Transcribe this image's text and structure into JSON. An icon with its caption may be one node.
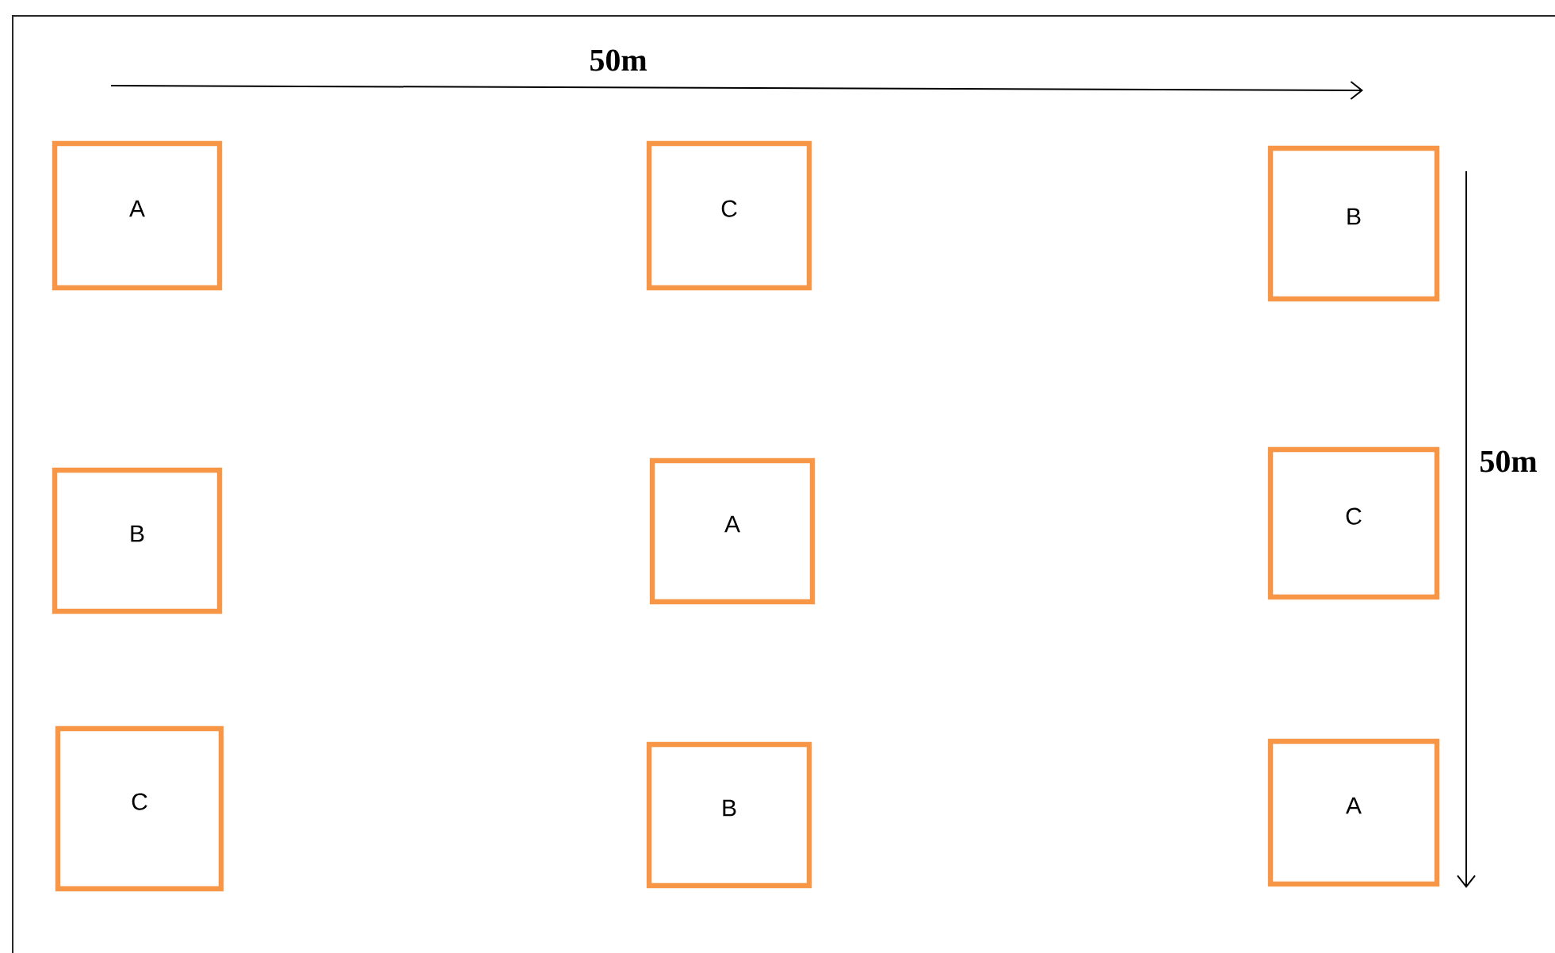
{
  "diagram": {
    "nodes": [
      {
        "text": [
          "A"
        ]
      },
      {
        "text": [
          "C"
        ]
      },
      {
        "text": [
          "B"
        ]
      },
      {
        "text": [
          "B"
        ]
      },
      {
        "text": [
          "A"
        ]
      },
      {
        "text": [
          "C"
        ]
      },
      {
        "text": [
          "C"
        ]
      },
      {
        "text": [
          "B"
        ]
      },
      {
        "text": [
          "A"
        ]
      }
    ],
    "labels": [
      "50m",
      "50m"
    ]
  }
}
